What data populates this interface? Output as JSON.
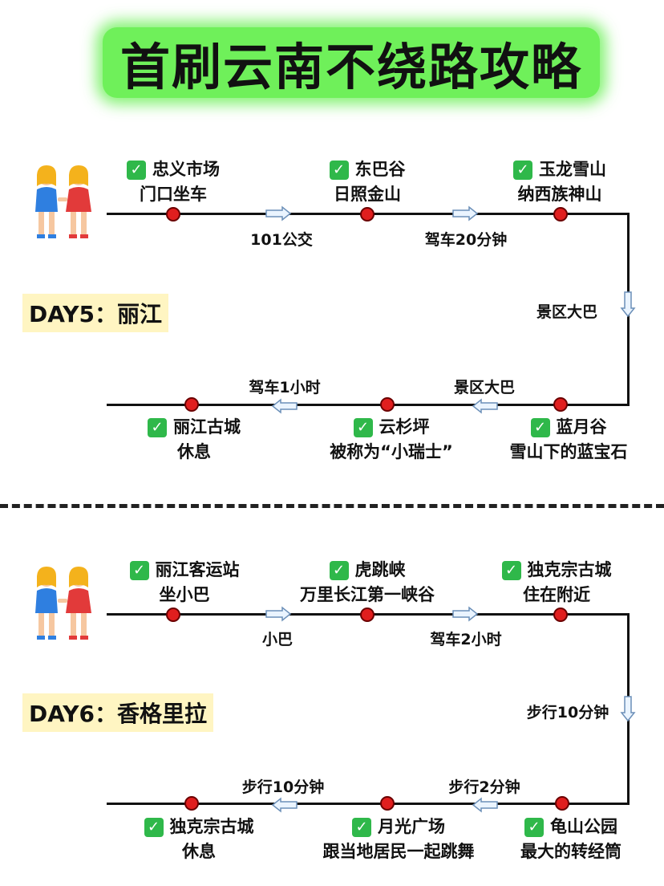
{
  "title": "首刷云南不绕路攻略",
  "icons": {
    "check": "check-box-icon",
    "people": "two-women-icon",
    "arrow": "double-arrow-icon"
  },
  "colors": {
    "title_bg": "#6ff05a",
    "dot": "#e01e1e",
    "check": "#2fb84a",
    "day_bg": "#fff5c2"
  },
  "day5": {
    "label": "DAY5：丽江",
    "stops": [
      {
        "name": "忠义市场",
        "sub": "门口坐车"
      },
      {
        "name": "东巴谷",
        "sub": "日照金山"
      },
      {
        "name": "玉龙雪山",
        "sub": "纳西族神山"
      },
      {
        "name": "蓝月谷",
        "sub": "雪山下的蓝宝石"
      },
      {
        "name": "云杉坪",
        "sub": "被称为“小瑞士”"
      },
      {
        "name": "丽江古城",
        "sub": "休息"
      }
    ],
    "transport": {
      "t1": "101公交",
      "t2": "驾车20分钟",
      "t3": "景区大巴",
      "t4": "景区大巴",
      "t5": "驾车1小时"
    }
  },
  "day6": {
    "label": "DAY6：香格里拉",
    "stops": [
      {
        "name": "丽江客运站",
        "sub": "坐小巴"
      },
      {
        "name": "虎跳峡",
        "sub": "万里长江第一峡谷"
      },
      {
        "name": "独克宗古城",
        "sub": "住在附近"
      },
      {
        "name": "龟山公园",
        "sub": "最大的转经筒"
      },
      {
        "name": "月光广场",
        "sub": "跟当地居民一起跳舞"
      },
      {
        "name": "独克宗古城",
        "sub": "休息"
      }
    ],
    "transport": {
      "t1": "小巴",
      "t2": "驾车2小时",
      "t3": "步行10分钟",
      "t4": "步行2分钟",
      "t5": "步行10分钟"
    }
  }
}
